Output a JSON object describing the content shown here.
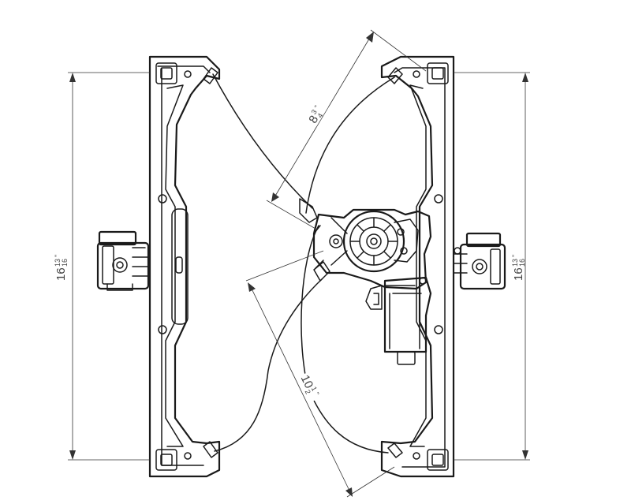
{
  "dimensions": {
    "left_height": {
      "whole": "16",
      "num": "13",
      "den": "16",
      "unit": "\""
    },
    "right_height": {
      "whole": "16",
      "num": "13",
      "den": "16",
      "unit": "\""
    },
    "upper_diag": {
      "whole": "8",
      "num": "3",
      "den": "4",
      "unit": "\""
    },
    "lower_diag": {
      "whole": "10",
      "num": "1",
      "den": "2",
      "unit": "\""
    }
  },
  "colors": {
    "line": "#1a1a1a",
    "dimension": "#333333",
    "background": "#ffffff"
  }
}
